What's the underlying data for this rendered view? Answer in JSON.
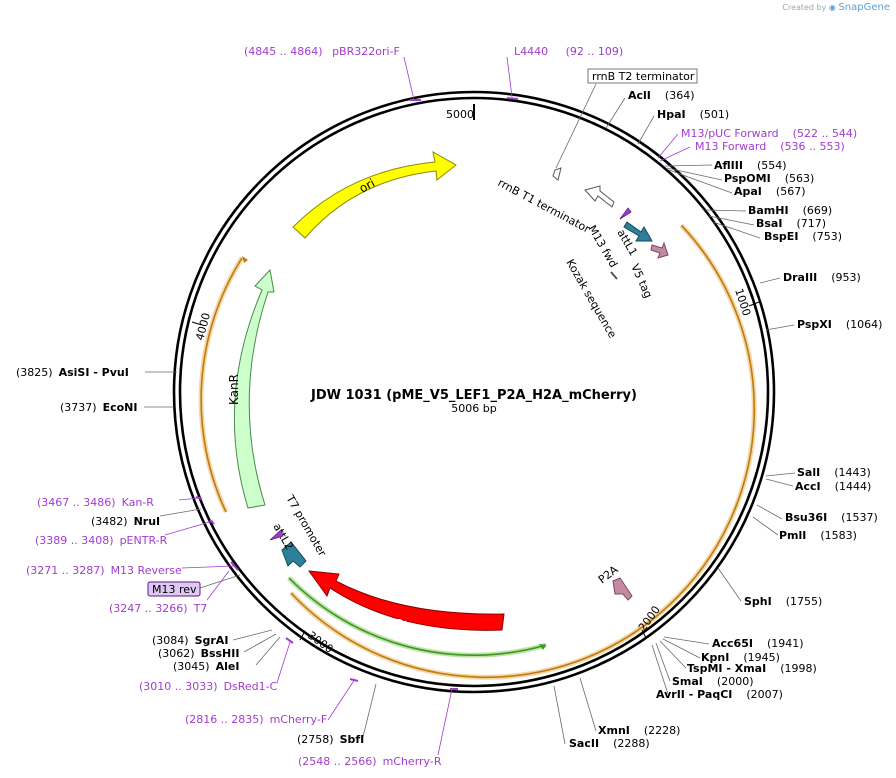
{
  "header": {
    "created_by": "Created by",
    "brand": "SnapGene"
  },
  "plasmid": {
    "name": "JDW 1031 (pME_V5_LEF1_P2A_H2A_mCherry)",
    "length": "5006 bp"
  },
  "ticks": [
    "1000",
    "2000",
    "3000",
    "4000",
    "5000"
  ],
  "colors": {
    "ori": "#ffff00",
    "kanr": "#ccffcc",
    "mcherry": "#ff0000",
    "attl": "#2e7f99",
    "v5": "#c28aa3",
    "primer": "#a23cd0",
    "orange_arc": "#e8a640",
    "green_arc": "#3a9a1e"
  },
  "features": {
    "ori": "ori",
    "kanr": "KanR",
    "mcherry": "mCherry",
    "attl1": "attL1",
    "attl2": "attL2",
    "v5": "V5 tag",
    "p2a": "P2A",
    "kozak": "Kozak sequence",
    "m13fwd": "M13 fwd",
    "t1": "rrnB T1 terminator",
    "t2": "rrnB T2 terminator",
    "t7prom": "T7 promoter",
    "m13rev": "M13 rev"
  },
  "right_sites": [
    {
      "name": "AclI",
      "pos": "(364)"
    },
    {
      "name": "HpaI",
      "pos": "(501)"
    },
    {
      "name": "AflIII",
      "pos": "(554)"
    },
    {
      "name": "PspOMI",
      "pos": "(563)"
    },
    {
      "name": "ApaI",
      "pos": "(567)"
    },
    {
      "name": "BamHI",
      "pos": "(669)"
    },
    {
      "name": "BsaI",
      "pos": "(717)"
    },
    {
      "name": "BspEI",
      "pos": "(753)"
    },
    {
      "name": "DraIII",
      "pos": "(953)"
    },
    {
      "name": "PspXI",
      "pos": "(1064)"
    },
    {
      "name": "SalI",
      "pos": "(1443)"
    },
    {
      "name": "AccI",
      "pos": "(1444)"
    },
    {
      "name": "Bsu36I",
      "pos": "(1537)"
    },
    {
      "name": "PmlI",
      "pos": "(1583)"
    },
    {
      "name": "SphI",
      "pos": "(1755)"
    },
    {
      "name": "Acc65I",
      "pos": "(1941)"
    },
    {
      "name": "KpnI",
      "pos": "(1945)"
    },
    {
      "name": "TspMI - XmaI",
      "pos": "(1998)"
    },
    {
      "name": "SmaI",
      "pos": "(2000)"
    },
    {
      "name": "AvrII - PaqCI",
      "pos": "(2007)"
    },
    {
      "name": "XmnI",
      "pos": "(2228)"
    },
    {
      "name": "SacII",
      "pos": "(2288)"
    }
  ],
  "left_sites": [
    {
      "pos": "(3825)",
      "name": "AsiSI - PvuI"
    },
    {
      "pos": "(3737)",
      "name": "EcoNI"
    },
    {
      "pos": "(3482)",
      "name": "NruI"
    },
    {
      "pos": "(3084)",
      "name": "SgrAI"
    },
    {
      "pos": "(3062)",
      "name": "BssHII"
    },
    {
      "pos": "(3045)",
      "name": "AleI"
    },
    {
      "pos": "(2758)",
      "name": "SbfI"
    }
  ],
  "primers": [
    {
      "range": "(4845 .. 4864)",
      "name": "pBR322ori-F"
    },
    {
      "name": "L4440",
      "range": "(92 .. 109)"
    },
    {
      "name": "M13/pUC Forward",
      "range": "(522 .. 544)"
    },
    {
      "name": "M13 Forward",
      "range": "(536 .. 553)"
    },
    {
      "range": "(3467 .. 3486)",
      "name": "Kan-R"
    },
    {
      "range": "(3389 .. 3408)",
      "name": "pENTR-R"
    },
    {
      "range": "(3271 .. 3287)",
      "name": "M13 Reverse"
    },
    {
      "range": "(3247 .. 3266)",
      "name": "T7"
    },
    {
      "range": "(3010 .. 3033)",
      "name": "DsRed1-C"
    },
    {
      "range": "(2816 .. 2835)",
      "name": "mCherry-F"
    },
    {
      "range": "(2548 .. 2566)",
      "name": "mCherry-R"
    }
  ]
}
